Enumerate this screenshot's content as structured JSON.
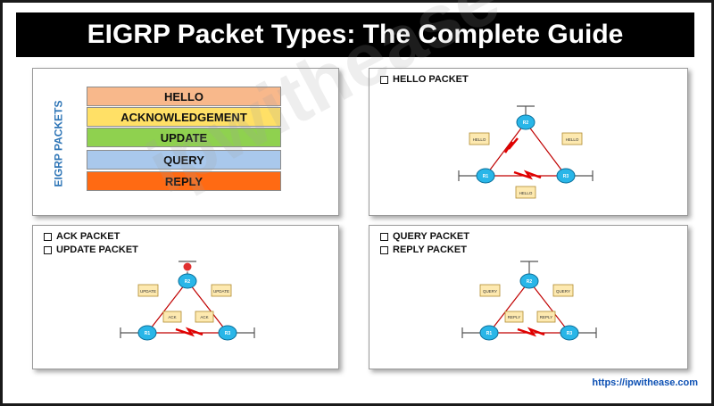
{
  "title": "EIGRP Packet Types: The Complete Guide",
  "panel1": {
    "vertical_label": "EIGRP PACKETS",
    "bars": [
      "HELLO",
      "ACKNOWLEDGEMENT",
      "UPDATE",
      "QUERY",
      "REPLY"
    ]
  },
  "panel2": {
    "headings": [
      "HELLO PACKET"
    ],
    "envelope_label": "HELLO"
  },
  "panel3": {
    "headings": [
      "ACK PACKET",
      "UPDATE PACKET"
    ],
    "update_label": "UPDATE",
    "ack_label": "ACK"
  },
  "panel4": {
    "headings": [
      "QUERY PACKET",
      "REPLY PACKET"
    ],
    "query_label": "QUERY",
    "reply_label": "REPLY"
  },
  "routers": [
    "R2",
    "R1",
    "R3"
  ],
  "watermark": "ipwithease",
  "url": "https://ipwithease.com",
  "colors": {
    "hello": "#f8b88b",
    "ack": "#ffe066",
    "update": "#8fd14f",
    "query": "#a9c8ec",
    "reply": "#ff6a13",
    "router": "#29b6e8"
  }
}
